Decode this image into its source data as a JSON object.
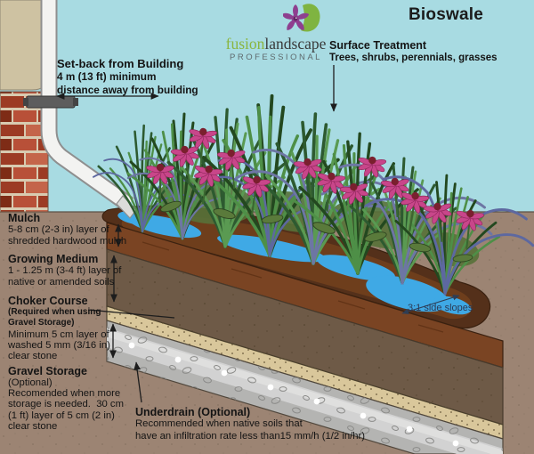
{
  "title": "Bioswale",
  "logo": {
    "brand_green": "fusion",
    "brand_dark": "landscape",
    "subtitle": "PROFESSIONAL",
    "flower_icon": "purple-flower-green-leaf"
  },
  "setback": {
    "title": "Set-back from Building",
    "lines": [
      "4 m (13 ft) minimum",
      "distance away from building"
    ]
  },
  "surface": {
    "title": "Surface Treatment",
    "lines": [
      "Trees, shrubs, perennials, grasses"
    ]
  },
  "mulch": {
    "title": "Mulch",
    "lines": [
      "5-8 cm (2-3 in) layer of",
      "shredded hardwood mulch"
    ]
  },
  "growing": {
    "title": "Growing Medium",
    "lines": [
      "1 - 1.25 m (3-4 ft) layer of",
      "native or amended soils"
    ]
  },
  "choker": {
    "title": "Choker Course",
    "notes": [
      "(Required when using",
      "Gravel Storage)"
    ],
    "lines": [
      "Minimum 5 cm layer of",
      "washed 5 mm (3/16 in)",
      "clear stone"
    ]
  },
  "gravel": {
    "title": "Gravel Storage",
    "lines": [
      "(Optional)",
      "Recomended when more",
      "storage is needed.  30 cm",
      "(1 ft) layer of 5 cm (2 in)",
      "clear stone"
    ]
  },
  "underdrain": {
    "title": "Underdrain (Optional)",
    "lines": [
      "Recommended when native soils that",
      "have an infiltration rate less than15 mm/h (1/2 in/hr)"
    ]
  },
  "slope_note": "3:1 side slopes",
  "colors": {
    "sky": "#a8dbe2",
    "native_soil": "#9c8473",
    "mulch_rim": "#54301a",
    "mulch_face": "#7a4423",
    "growing_medium": "#6e5a47",
    "choker_course": "#d9c79b",
    "gravel_storage": "#b4b4b2",
    "underdrain_pipe": "#d2d2d2",
    "water": "#3fa9e5",
    "grass_green": "#4c8a44",
    "grass_blue": "#6d76a4",
    "flower_pink": "#c8468a",
    "brick_dark": "#9c3b24",
    "brick_light": "#c4654a",
    "stucco": "#cec2a2",
    "logo_purple": "#8e3f8f",
    "logo_green": "#8ab53f"
  }
}
